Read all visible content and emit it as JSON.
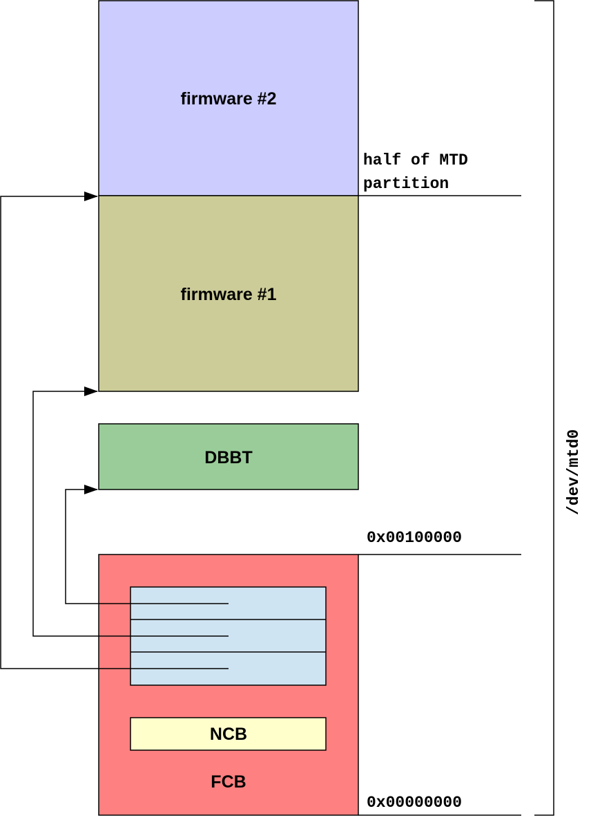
{
  "diagram": {
    "title": "NAND flash layout of /dev/mtd0",
    "device_label": "/dev/mtd0",
    "blocks": [
      {
        "id": "firmware2",
        "label": "firmware #2",
        "color": "#ccccff"
      },
      {
        "id": "firmware1",
        "label": "firmware #1",
        "color": "#cccc99"
      },
      {
        "id": "dbbt",
        "label": "DBBT",
        "color": "#99cc99"
      },
      {
        "id": "fcb",
        "label": "FCB",
        "color": "#ff8080"
      },
      {
        "id": "ncb",
        "label": "NCB",
        "color": "#ffffcc"
      },
      {
        "id": "fcb-table",
        "label": "",
        "color": "#cfe4f2"
      }
    ],
    "markers": {
      "half_line1": "half of MTD",
      "half_line2": "partition",
      "addr_1mb": "0x00100000",
      "addr_zero": "0x00000000"
    },
    "pointers": [
      {
        "from": "fcb-table row 1",
        "to": "DBBT"
      },
      {
        "from": "fcb-table row 2",
        "to": "firmware #1"
      },
      {
        "from": "fcb-table row 3",
        "to": "firmware #2"
      }
    ]
  }
}
